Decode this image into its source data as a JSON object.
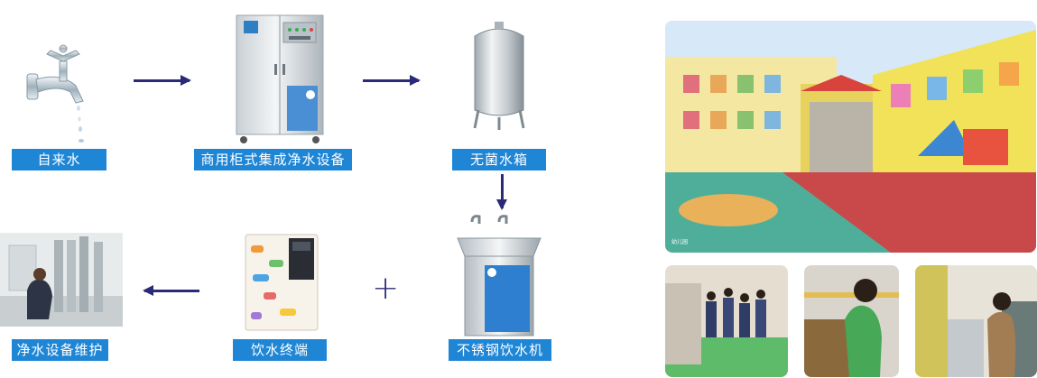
{
  "steps": [
    {
      "label": "自来水"
    },
    {
      "label": "商用柜式集成净水设备"
    },
    {
      "label": "无菌水箱"
    },
    {
      "label": "不锈钢饮水机"
    },
    {
      "label": "饮水终端"
    },
    {
      "label": "净水设备维护"
    }
  ],
  "photo_caption": "幼儿园",
  "colors": {
    "label_bg": "#1f86d6",
    "arrow": "#2b2a78"
  }
}
